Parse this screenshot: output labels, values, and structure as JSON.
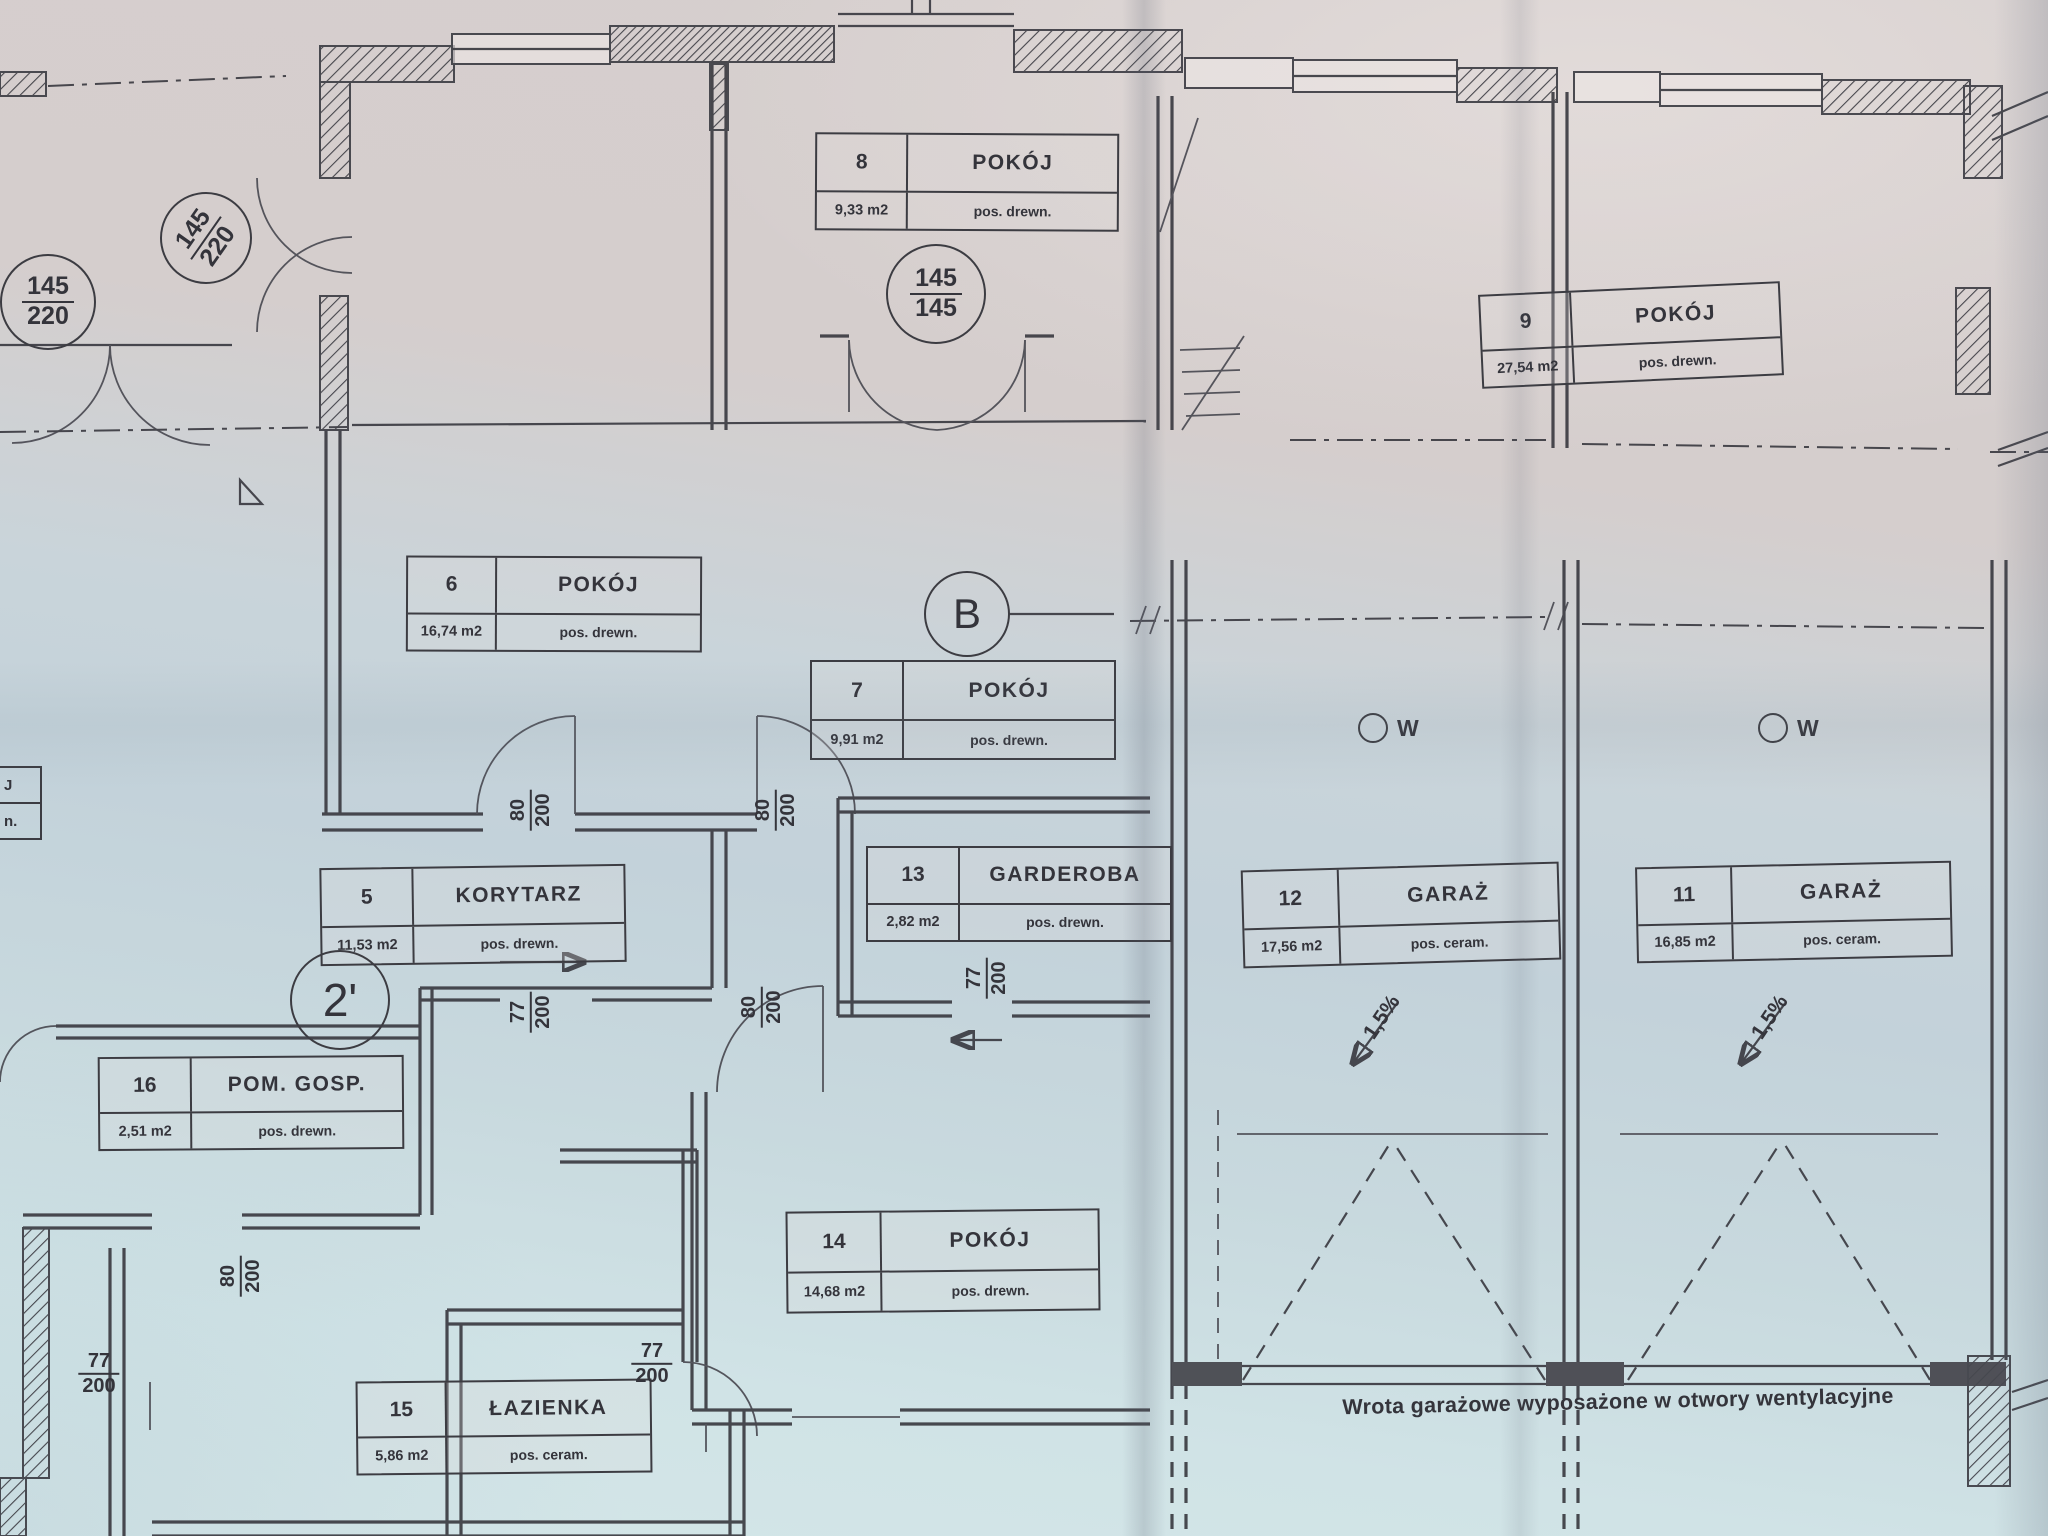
{
  "rooms": [
    {
      "id": "8",
      "name": "POKÓJ",
      "area": "9,33 m2",
      "floor": "pos. drewn."
    },
    {
      "id": "9",
      "name": "POKÓJ",
      "area": "27,54 m2",
      "floor": "pos. drewn."
    },
    {
      "id": "6",
      "name": "POKÓJ",
      "area": "16,74 m2",
      "floor": "pos. drewn."
    },
    {
      "id": "7",
      "name": "POKÓJ",
      "area": "9,91 m2",
      "floor": "pos. drewn."
    },
    {
      "id": "13",
      "name": "GARDEROBA",
      "area": "2,82 m2",
      "floor": "pos. drewn."
    },
    {
      "id": "5",
      "name": "KORYTARZ",
      "area": "11,53 m2",
      "floor": "pos. drewn."
    },
    {
      "id": "12",
      "name": "GARAŻ",
      "area": "17,56 m2",
      "floor": "pos. ceram."
    },
    {
      "id": "11",
      "name": "GARAŻ",
      "area": "16,85 m2",
      "floor": "pos. ceram."
    },
    {
      "id": "16",
      "name": "POM. GOSP.",
      "area": "2,51 m2",
      "floor": "pos. drewn."
    },
    {
      "id": "14",
      "name": "POKÓJ",
      "area": "14,68 m2",
      "floor": "pos. drewn."
    },
    {
      "id": "15",
      "name": "ŁAZIENKA",
      "area": "5,86 m2",
      "floor": "pos. ceram."
    }
  ],
  "dim_circled": [
    {
      "num": "145",
      "den": "220"
    },
    {
      "num": "145",
      "den": "220"
    },
    {
      "num": "145",
      "den": "145"
    }
  ],
  "dim_plain": [
    {
      "num": "80",
      "den": "200"
    },
    {
      "num": "80",
      "den": "200"
    },
    {
      "num": "77",
      "den": "200"
    },
    {
      "num": "77",
      "den": "200"
    },
    {
      "num": "80",
      "den": "200"
    },
    {
      "num": "80",
      "den": "200"
    },
    {
      "num": "77",
      "den": "200"
    },
    {
      "num": "77",
      "den": "200"
    }
  ],
  "markers": {
    "section_label": "B",
    "axis_label": "2'",
    "vent_label": "W",
    "slope_label": "1,5%"
  },
  "edge_fragment": {
    "top": "J",
    "bottom": "n."
  },
  "note_garage": "Wrota garażowe wyposażone w otwory wentylacyjne",
  "colors": {
    "ink": "#34343b",
    "paper_warm": "#d6cfce",
    "paper_cool": "#d4e6e8"
  }
}
